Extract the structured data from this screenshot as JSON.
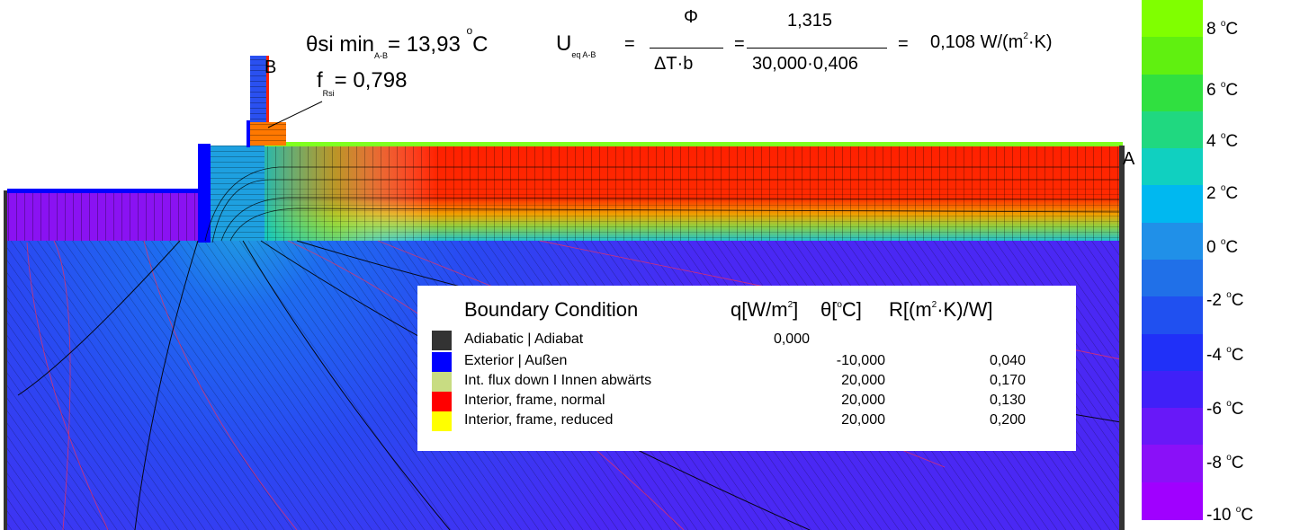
{
  "header": {
    "theta_label": "θsi min",
    "theta_sub": "A-B",
    "theta_value": "= 13,93",
    "theta_unit": "C",
    "f_label": "f",
    "f_sub": "Rsi",
    "f_value": "= 0,798",
    "u_label": "U",
    "u_sub": "eq A-B",
    "eq1": "=",
    "phi": "Φ",
    "dtb": "ΔT·b",
    "eq2": "=",
    "num": "1,315",
    "den": "30,000·0,406",
    "eq3": "=",
    "result": "0,108 W/(m",
    "result_sup": "2",
    "result_tail": "·K)"
  },
  "points": {
    "a": "A",
    "b": "B"
  },
  "legend": {
    "title": "Boundary Condition",
    "col_q": "q[W/m",
    "col_q_sup": "2",
    "col_q_tail": "]",
    "col_theta": "θ[",
    "col_theta_sup": "o",
    "col_theta_tail": "C]",
    "col_r": "R[(m",
    "col_r_sup": "2",
    "col_r_tail": "·K)/W]",
    "rows": [
      {
        "name": "Adiabatic |  Adiabat",
        "q": "0,000",
        "theta": "",
        "r": "",
        "color": "#333333"
      },
      {
        "name": "Exterior |  Außen",
        "q": "",
        "theta": "-10,000",
        "r": "0,040",
        "color": "#0000ff"
      },
      {
        "name": "Int. flux down  I  Innen abwärts",
        "q": "",
        "theta": "20,000",
        "r": "0,170",
        "color": "#c8dc82"
      },
      {
        "name": "Interior, frame, normal",
        "q": "",
        "theta": "20,000",
        "r": "0,130",
        "color": "#ff0000"
      },
      {
        "name": "Interior, frame, reduced",
        "q": "",
        "theta": "20,000",
        "r": "0,200",
        "color": "#ffff00"
      }
    ]
  },
  "scale": {
    "unit": "C",
    "deg": "o",
    "labels": [
      "8",
      "6",
      "4",
      "2",
      "0",
      "-2",
      "-4",
      "-6",
      "-8",
      "-10"
    ],
    "colors": [
      "#80ff00",
      "#60f010",
      "#30e040",
      "#20d880",
      "#10d0c0",
      "#00b8f0",
      "#2090e8",
      "#2070e8",
      "#2050f0",
      "#2030f8",
      "#4020f8",
      "#6818f8",
      "#8a10f8",
      "#a000ff"
    ]
  },
  "colors": {
    "exterior_field": "#1e50f0",
    "interior_slab": "#ff1e00",
    "soil_cold": "#7a10f0"
  }
}
